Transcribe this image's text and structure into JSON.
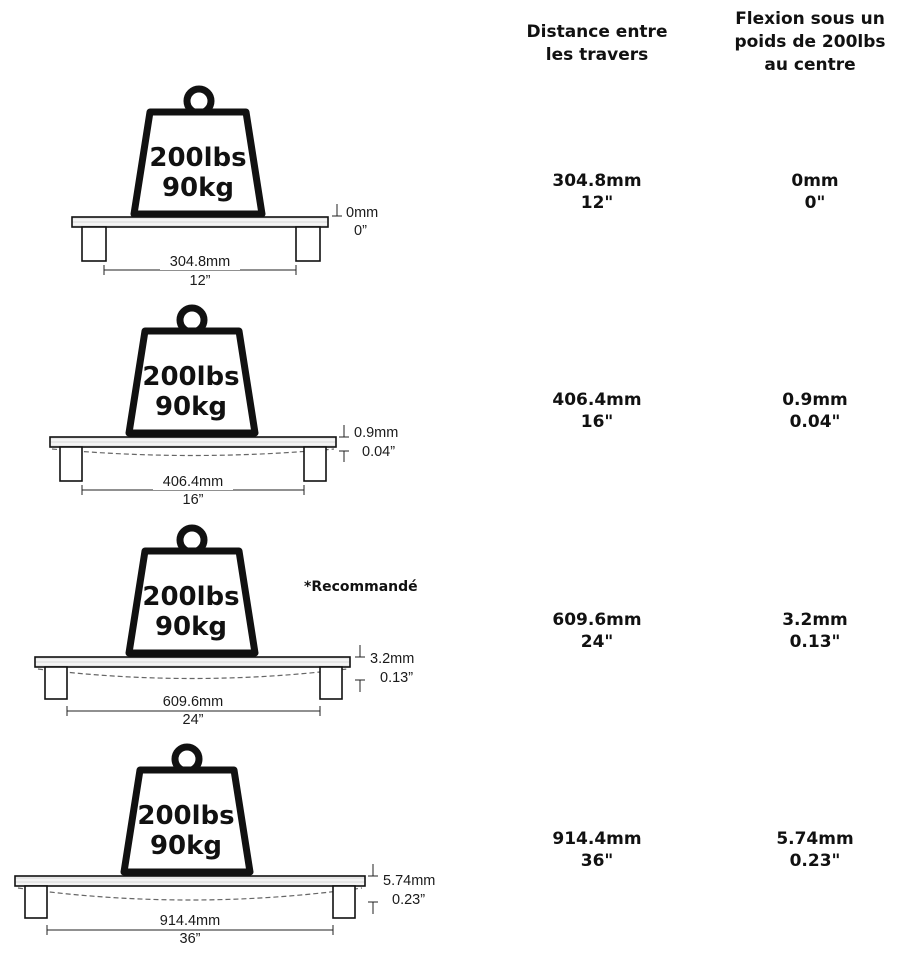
{
  "headers": {
    "distance": [
      "Distance entre",
      "les travers"
    ],
    "flexion": [
      "Flexion sous un",
      "poids de 200lbs",
      "au centre"
    ]
  },
  "weight": {
    "lbs": "200lbs",
    "kg": "90kg"
  },
  "recommended_label": "*Recommandé",
  "rows": [
    {
      "spacing_mm": "304.8mm",
      "spacing_in": "12\"",
      "flex_mm": "0mm",
      "flex_in": "0\"",
      "diag_spacing_mm": "304.8mm",
      "diag_spacing_in": "12”",
      "diag_flex_mm": "0mm",
      "diag_flex_in": "0”"
    },
    {
      "spacing_mm": "406.4mm",
      "spacing_in": "16\"",
      "flex_mm": "0.9mm",
      "flex_in": "0.04\"",
      "diag_spacing_mm": "406.4mm",
      "diag_spacing_in": "16”",
      "diag_flex_mm": "0.9mm",
      "diag_flex_in": "0.04”"
    },
    {
      "spacing_mm": "609.6mm",
      "spacing_in": "24\"",
      "flex_mm": "3.2mm",
      "flex_in": "0.13\"",
      "diag_spacing_mm": "609.6mm",
      "diag_spacing_in": "24”",
      "diag_flex_mm": "3.2mm",
      "diag_flex_in": "0.13”"
    },
    {
      "spacing_mm": "914.4mm",
      "spacing_in": "36\"",
      "flex_mm": "5.74mm",
      "flex_in": "0.23\"",
      "diag_spacing_mm": "914.4mm",
      "diag_spacing_in": "36”",
      "diag_flex_mm": "5.74mm",
      "diag_flex_in": "0.23”"
    }
  ]
}
